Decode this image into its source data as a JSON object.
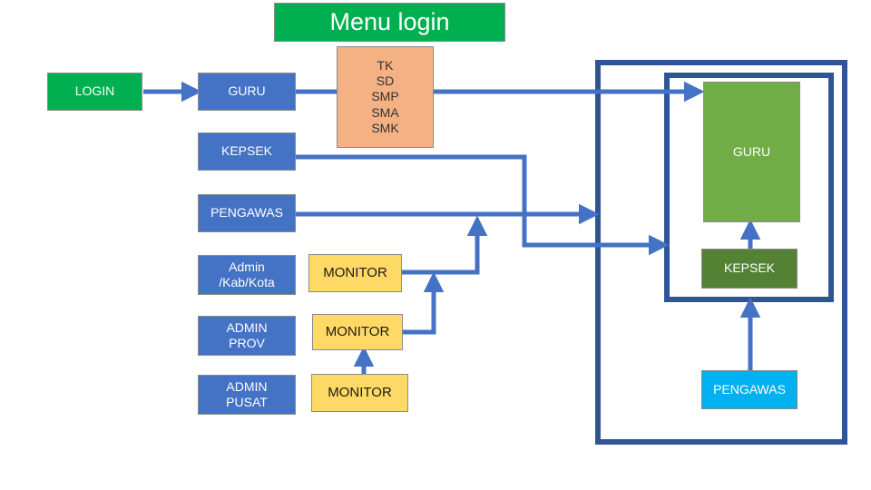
{
  "title": "Menu login",
  "boxes": {
    "login": "LOGIN",
    "guru": "GURU",
    "kepsek": "KEPSEK",
    "pengawas": "PENGAWAS",
    "admin_kab": "Admin\n/Kab/Kota",
    "admin_prov": "ADMIN\nPROV",
    "admin_pusat": "ADMIN\nPUSAT",
    "levels": "TK\nSD\nSMP\nSMA\nSMK",
    "monitor_1": "MONITOR",
    "monitor_2": "MONITOR",
    "monitor_3": "MONITOR",
    "guru_target": "GURU",
    "kepsek_target": "KEPSEK",
    "pengawas_target": "PENGAWAS"
  },
  "colors": {
    "title_green": "#00b050",
    "login_green": "#00b050",
    "role_blue": "#4472c4",
    "level_orange": "#f4b183",
    "monitor_yellow": "#ffd966",
    "guru_green": "#70ad47",
    "kepsek_dark_green": "#548235",
    "pengawas_cyan": "#00b0f0",
    "arrow_blue": "#4472c4",
    "frame_navy": "#2f5597"
  }
}
